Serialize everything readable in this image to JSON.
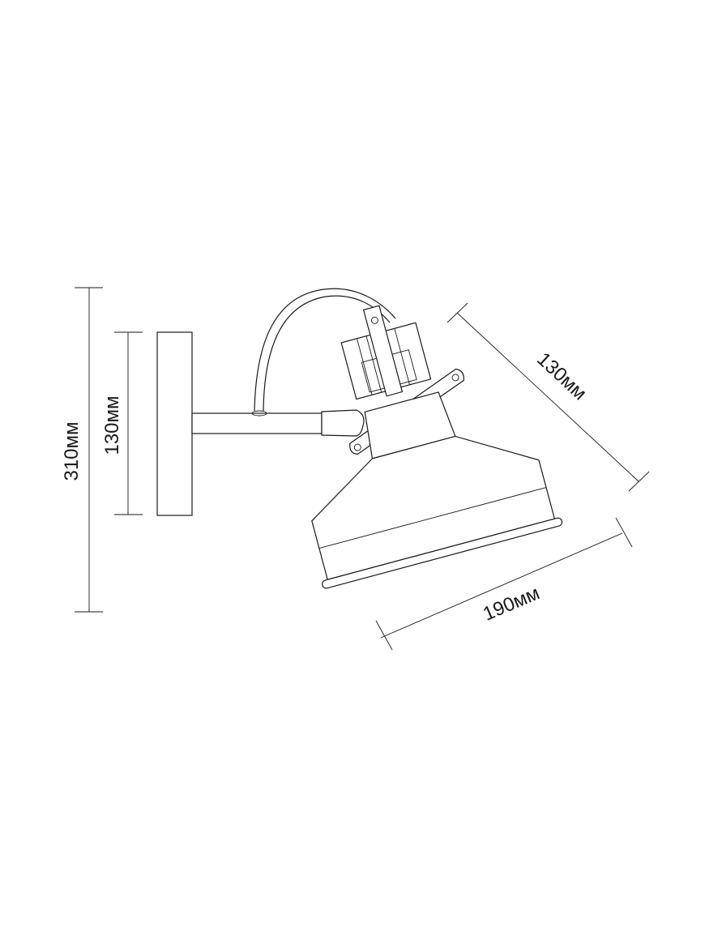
{
  "diagram": {
    "dimensions": {
      "total_height": "310мм",
      "plate_height": "130мм",
      "shade_depth": "130мм",
      "shade_diameter": "190мм"
    }
  },
  "colors": {
    "line": "#1a1a1a",
    "background": "#ffffff"
  }
}
